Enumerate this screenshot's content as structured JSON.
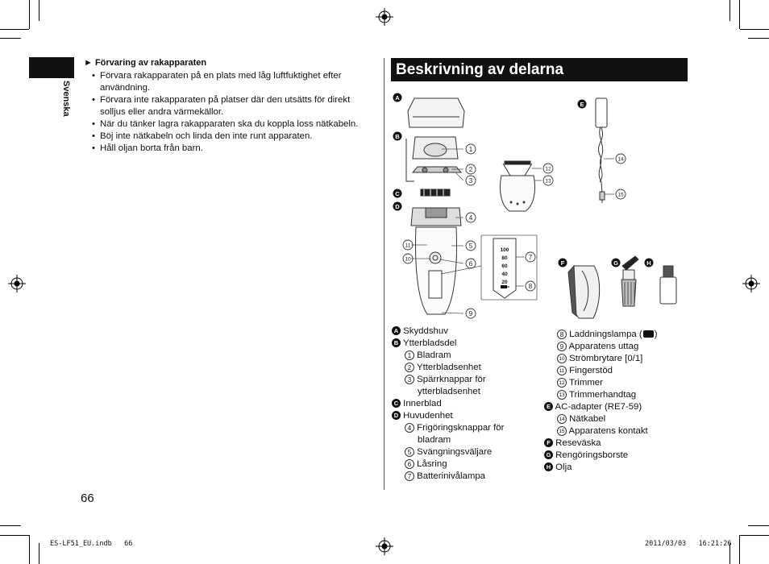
{
  "page": {
    "language_tab": "Svenska",
    "page_number": "66"
  },
  "storage": {
    "heading": "Förvaring av rakapparaten",
    "bullets": [
      "Förvara rakapparaten på en plats med låg luftfuktighet efter användning.",
      "Förvara inte rakapparaten på platser där den utsätts för direkt solljus eller andra värmekällor.",
      "När du tänker lagra rakapparaten ska du koppla loss nätkabeln.",
      "Böj inte nätkabeln och linda den inte runt apparaten.",
      "Håll oljan borta från barn."
    ]
  },
  "parts": {
    "title": "Beskrivning av delarna",
    "diagram_letters": {
      "A": "A",
      "B": "B",
      "C": "C",
      "D": "D",
      "E": "E",
      "F": "F",
      "G": "G",
      "H": "H"
    },
    "diagram_numbers": {
      "n1": "1",
      "n2": "2",
      "n3": "3",
      "n4": "4",
      "n5": "5",
      "n6": "6",
      "n7": "7",
      "n8": "8",
      "n9": "9",
      "n10": "10",
      "n11": "11",
      "n12": "12",
      "n13": "13",
      "n14": "14",
      "n15": "15"
    },
    "battery_scale": [
      "100",
      "80",
      "60",
      "40",
      "20"
    ],
    "legend_left": [
      {
        "marker": "A",
        "type": "letter",
        "text": "Skyddshuv"
      },
      {
        "marker": "B",
        "type": "letter",
        "text": "Ytterbladsdel"
      },
      {
        "marker": "1",
        "type": "num",
        "text": "Bladram"
      },
      {
        "marker": "2",
        "type": "num",
        "text": "Ytterbladsenhet"
      },
      {
        "marker": "3",
        "type": "num",
        "text": "Spärrknappar för"
      },
      {
        "marker": "",
        "type": "cont",
        "text": "ytterbladsenhet"
      },
      {
        "marker": "C",
        "type": "letter",
        "text": "Innerblad"
      },
      {
        "marker": "D",
        "type": "letter",
        "text": "Huvudenhet"
      },
      {
        "marker": "4",
        "type": "num",
        "text": "Frigöringsknappar för"
      },
      {
        "marker": "",
        "type": "cont",
        "text": "bladram"
      },
      {
        "marker": "5",
        "type": "num",
        "text": "Svängningsväljare"
      },
      {
        "marker": "6",
        "type": "num",
        "text": "Låsring"
      },
      {
        "marker": "7",
        "type": "num",
        "text": "Batterinivålampa"
      }
    ],
    "legend_right": [
      {
        "marker": "8",
        "type": "num",
        "text": "Laddningslampa (",
        "suffix": ")"
      },
      {
        "marker": "9",
        "type": "num",
        "text": "Apparatens uttag"
      },
      {
        "marker": "10",
        "type": "num",
        "text": "Strömbrytare [0/1]"
      },
      {
        "marker": "11",
        "type": "num",
        "text": "Fingerstöd"
      },
      {
        "marker": "12",
        "type": "num",
        "text": "Trimmer"
      },
      {
        "marker": "13",
        "type": "num",
        "text": "Trimmerhandtag"
      },
      {
        "marker": "E",
        "type": "letter",
        "text": "AC-adapter (RE7-59)"
      },
      {
        "marker": "14",
        "type": "num",
        "text": "Nätkabel"
      },
      {
        "marker": "15",
        "type": "num",
        "text": "Apparatens kontakt"
      },
      {
        "marker": "F",
        "type": "letter",
        "text": "Reseväska"
      },
      {
        "marker": "G",
        "type": "letter",
        "text": "Rengöringsborste"
      },
      {
        "marker": "H",
        "type": "letter",
        "text": "Olja"
      }
    ]
  },
  "footer": {
    "file": "ES-LF51_EU.indb",
    "page": "66",
    "date": "2011/03/03",
    "time": "16:21:26"
  }
}
